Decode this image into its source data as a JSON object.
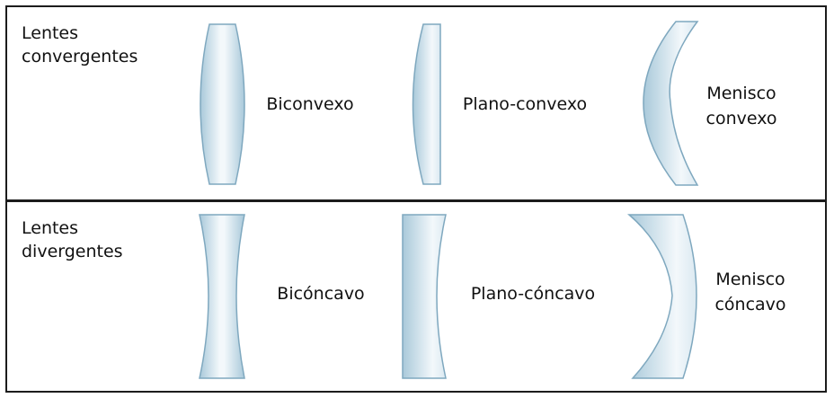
{
  "groups": {
    "converging": {
      "title": "Lentes\nconvergentes",
      "lenses": [
        {
          "label": "Biconvexo"
        },
        {
          "label": "Plano-convexo"
        },
        {
          "label": "Menisco\nconvexo"
        }
      ]
    },
    "diverging": {
      "title": "Lentes\ndivergentes",
      "lenses": [
        {
          "label": "Bicóncavo"
        },
        {
          "label": "Plano-cóncavo"
        },
        {
          "label": "Menisco\ncóncavo"
        }
      ]
    }
  },
  "colors": {
    "lens_fill_edge": "#a9c9da",
    "lens_fill_center": "#f3f8fb",
    "lens_stroke": "#7fa8bf",
    "border": "#1c1c1c"
  }
}
